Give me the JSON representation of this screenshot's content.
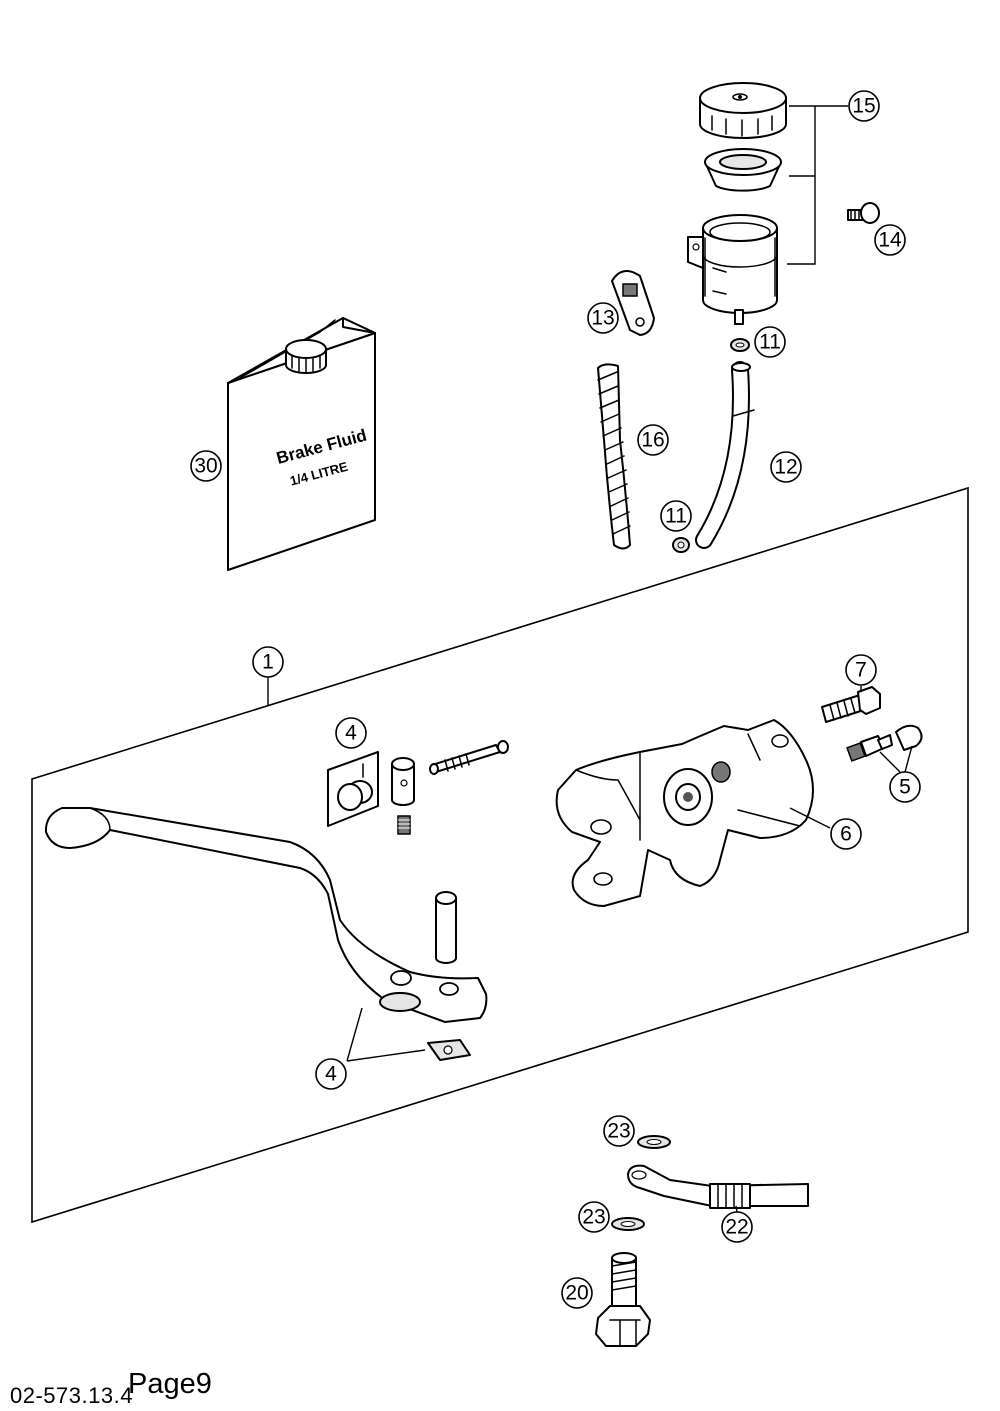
{
  "document": {
    "code": "02-573.13.4",
    "page_label": "Page9"
  },
  "can": {
    "line1": "Brake Fluid",
    "line2": "1/4 LITRE"
  },
  "callouts": {
    "c15": "15",
    "c14": "14",
    "c13": "13",
    "c11a": "11",
    "c16": "16",
    "c12": "12",
    "c11b": "11",
    "c30": "30",
    "c1": "1",
    "c7": "7",
    "c4a": "4",
    "c5": "5",
    "c6": "6",
    "c4b": "4",
    "c23a": "23",
    "c22": "22",
    "c23b": "23",
    "c20": "20"
  }
}
